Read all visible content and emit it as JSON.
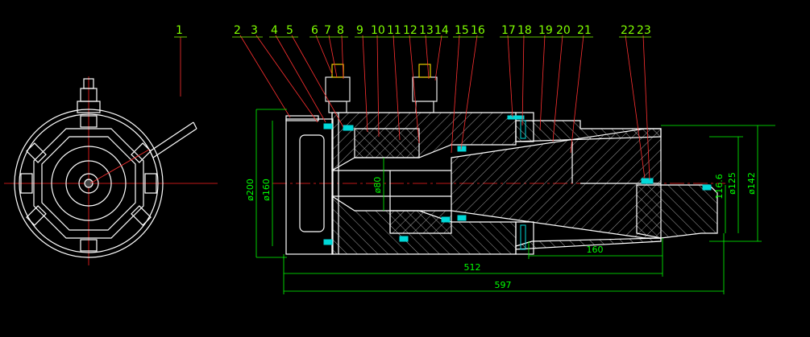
{
  "colors": {
    "background": "#000000",
    "outline": "#ffffff",
    "hatch": "#c8c8c8",
    "centerline": "#ff2020",
    "leader": "#ff3030",
    "label": "#80ff00",
    "dimension": "#00ff00",
    "seal": "#00d8d8",
    "fitting": "#ffe000"
  },
  "part_labels": [
    "1",
    "2",
    "3",
    "4",
    "5",
    "6",
    "7",
    "8",
    "9",
    "10",
    "11",
    "12",
    "13",
    "14",
    "15",
    "16",
    "17",
    "18",
    "19",
    "20",
    "21",
    "22",
    "23"
  ],
  "dimensions": {
    "d200": "ø200",
    "d160": "ø160",
    "d80": "ø80",
    "d116_6": "116.6",
    "d125": "ø125",
    "d142": "ø142",
    "len160": "160",
    "len512": "512",
    "len597": "597"
  }
}
